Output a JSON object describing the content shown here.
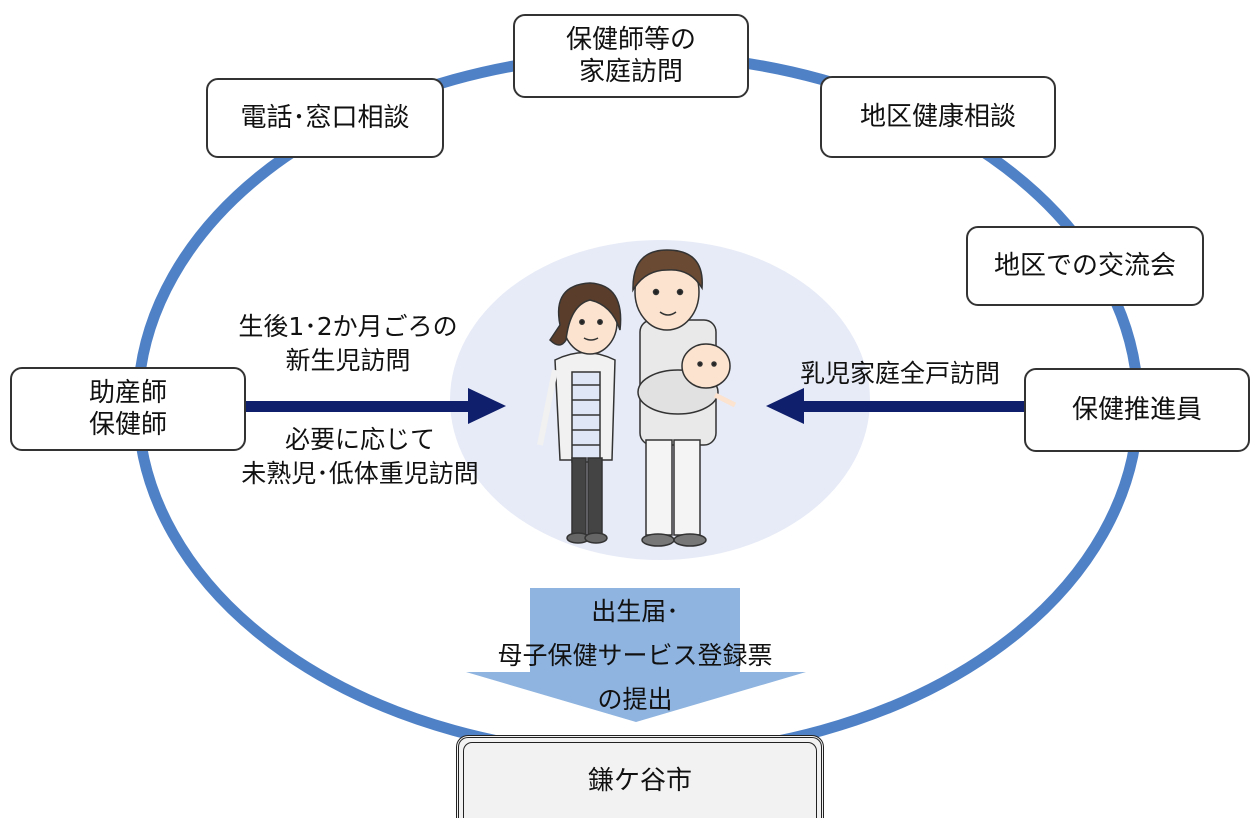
{
  "center": {
    "box_top": "保健師等の\n家庭訪問",
    "box_top_left": "電話･窓口相談",
    "box_top_right": "地区健康相談",
    "box_right_upper": "地区での交流会",
    "box_left": "助産師\n保健師",
    "box_right": "保健推進員",
    "box_bottom": "鎌ケ谷市"
  },
  "arrows": {
    "left_label_top": "生後1･2か月ごろの\n新生児訪問",
    "left_label_bottom": "必要に応じて\n未熟児･低体重児訪問",
    "right_label": "乳児家庭全戸訪問",
    "down_label": "出生届･\n母子保健サービス登録票\nの提出"
  },
  "illustration": {
    "name": "family-illustration"
  },
  "colors": {
    "ring": "#4f81c7",
    "arrow": "#0f1f6b",
    "down_arrow": "#8fb4df",
    "bubble": "#e7ebf7"
  }
}
